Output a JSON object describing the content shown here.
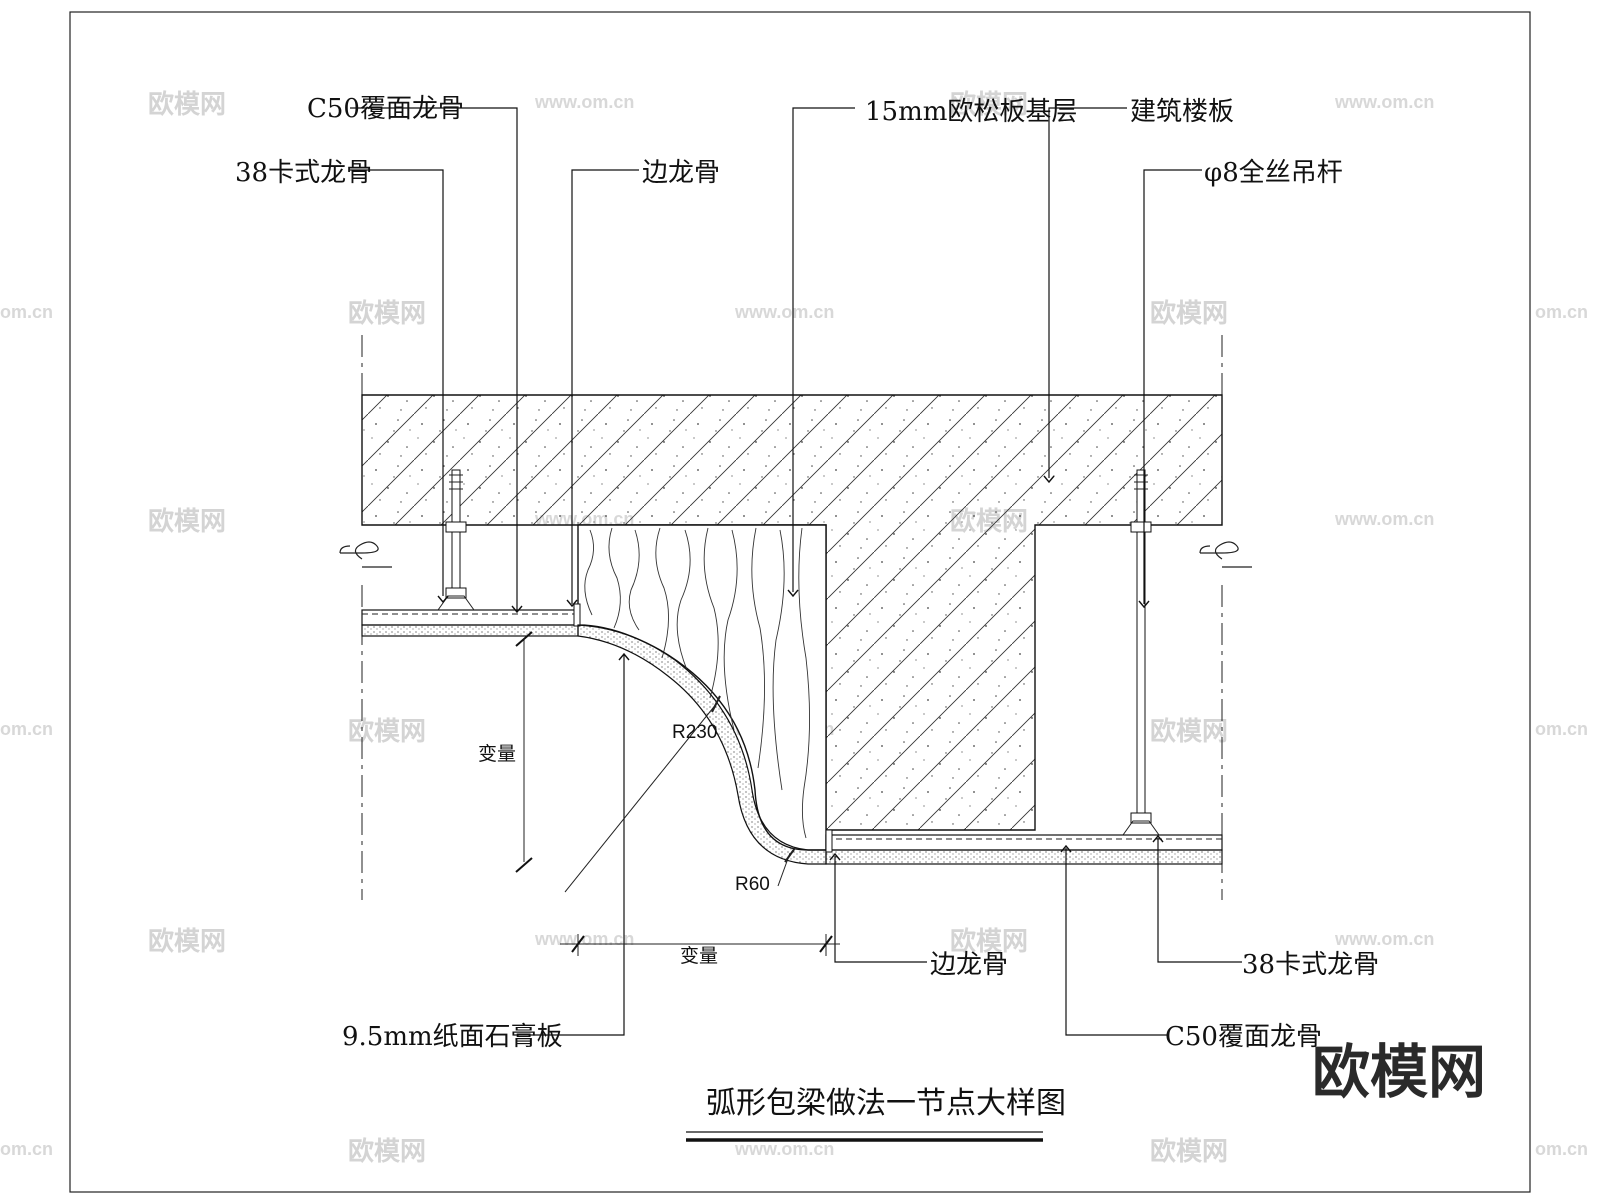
{
  "drawing": {
    "title": "弧形包梁做法一节点大样图",
    "labels": {
      "c50_top_left": "C50覆面龙骨",
      "k38_top_left": "38卡式龙骨",
      "edge_top": "边龙骨",
      "osb": "15mm欧松板基层",
      "floor_slab": "建筑楼板",
      "rod": "φ8全丝吊杆",
      "gypsum": "9.5mm纸面石膏板",
      "edge_bottom": "边龙骨",
      "k38_bottom_right": "38卡式龙骨",
      "c50_bottom_right": "C50覆面龙骨"
    },
    "dimensions": {
      "variable_vertical": "变量",
      "variable_horizontal": "变量",
      "radius_large": "R230",
      "radius_small": "R60"
    }
  },
  "watermark": {
    "brand_text": "欧模网",
    "url_text": "www.om.cn",
    "url_partial": "om.cn"
  },
  "logo": {
    "text": "欧模网"
  }
}
